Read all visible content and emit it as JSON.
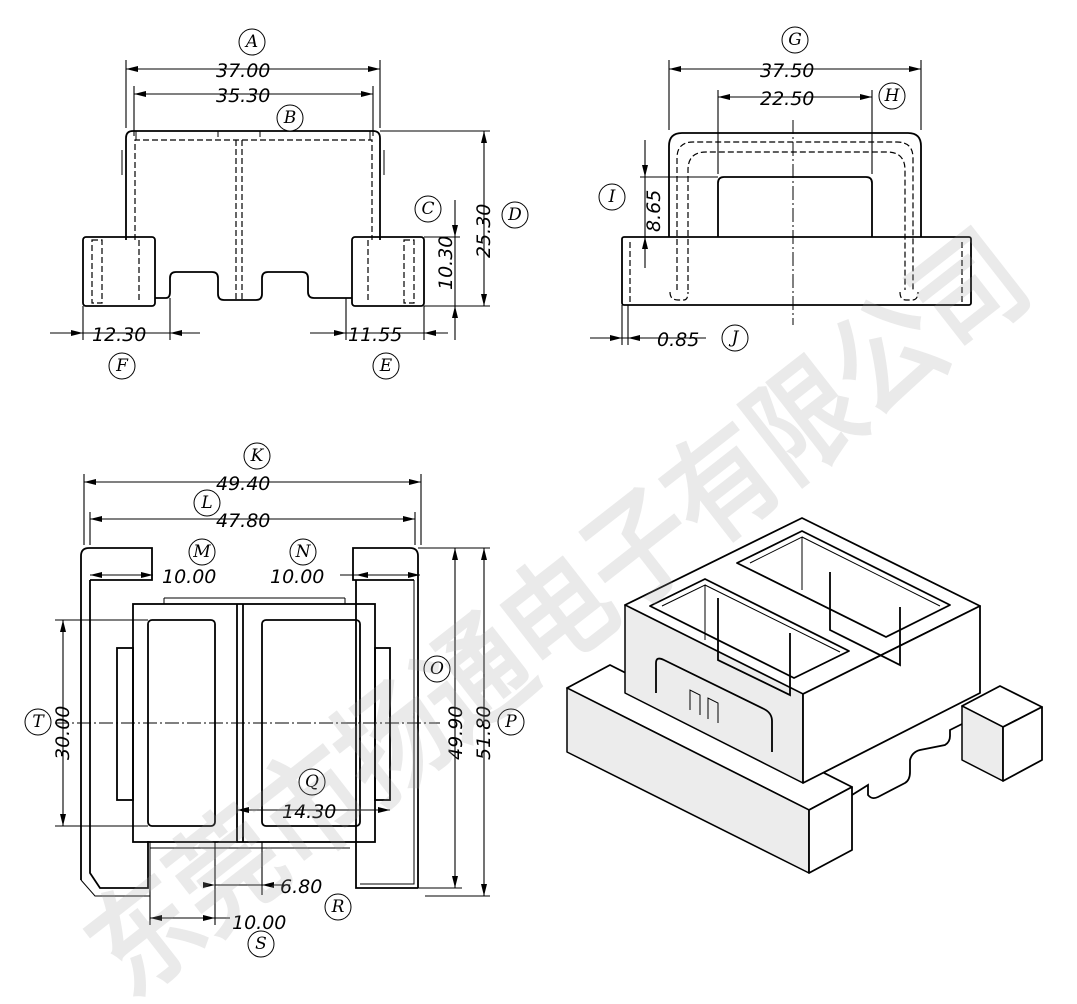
{
  "dimensions": {
    "A": "37.00",
    "B": "35.30",
    "C": "10.30",
    "D": "25.30",
    "E": "11.55",
    "F": "12.30",
    "G": "37.50",
    "H": "22.50",
    "I": "8.65",
    "J": "0.85",
    "K": "49.40",
    "L": "47.80",
    "M": "10.00",
    "N": "10.00",
    "O": "49.90",
    "P": "51.80",
    "Q": "14.30",
    "R": "6.80",
    "S": "10.00",
    "T": "30.00"
  },
  "labels": {
    "A": "A",
    "B": "B",
    "C": "C",
    "D": "D",
    "E": "E",
    "F": "F",
    "G": "G",
    "H": "H",
    "I": "I",
    "J": "J",
    "K": "K",
    "L": "L",
    "M": "M",
    "N": "N",
    "O": "O",
    "P": "P",
    "Q": "Q",
    "R": "R",
    "S": "S",
    "T": "T"
  },
  "watermark": "东莞市扬通电子有限公司",
  "colors": {
    "line": "#000000",
    "background": "#ffffff",
    "watermark": "#9e9e9e"
  }
}
